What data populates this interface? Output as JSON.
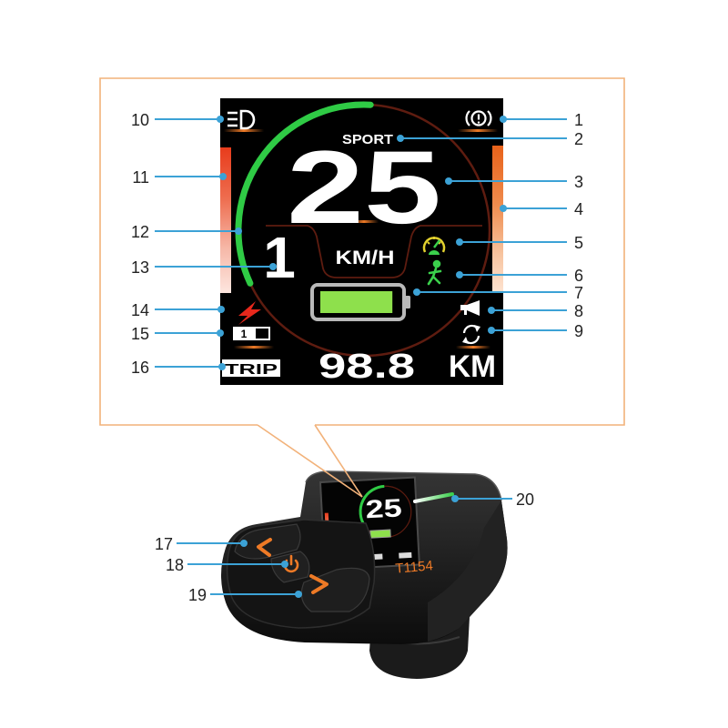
{
  "callouts": [
    "1",
    "2",
    "3",
    "4",
    "5",
    "6",
    "7",
    "8",
    "9",
    "10",
    "11",
    "12",
    "13",
    "14",
    "15",
    "16",
    "17",
    "18",
    "19",
    "20"
  ],
  "display": {
    "mode": "SPORT",
    "speed": "25",
    "speed_unit": "KM/H",
    "assist_level": "1",
    "level_box": "1",
    "battery_fill": 0.88,
    "trip_label": "TRIP",
    "trip_value": "98.8",
    "trip_unit": "KM"
  },
  "device": {
    "model": "T1154"
  },
  "icons": {
    "headlight": "headlight-icon",
    "brake_warning": "brake-warning-icon",
    "speedometer": "speedometer-icon",
    "walk_assist": "walk-assist-icon",
    "lightning": "lightning-icon",
    "horn": "horn-icon",
    "refresh": "circular-arrows-icon",
    "power": "power-icon",
    "chevron_up": "chevron-left-icon",
    "chevron_down": "chevron-right-icon"
  },
  "colors": {
    "frame": "#f2b27a",
    "callout": "#3ca2d6",
    "arc_green": "#2fcb45",
    "ring": "#5e1c10",
    "battery_green": "#8ee04c",
    "accent_orange": "#ee7a26",
    "bolt_red": "#e8281c",
    "gauge_yellow": "#e2d12e",
    "walk_green": "#3bd04c"
  }
}
